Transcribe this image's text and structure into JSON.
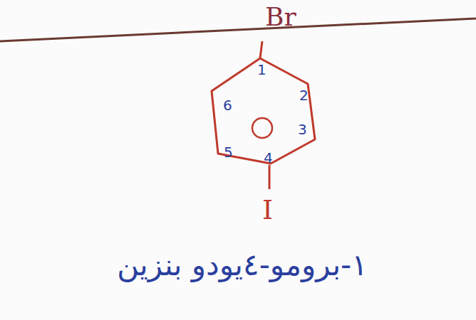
{
  "diagram": {
    "labels": [
      "Br",
      "1",
      "2",
      "3",
      "4",
      "5",
      "6",
      "I",
      "١-برومو-٤يودو بنزين"
    ]
  }
}
